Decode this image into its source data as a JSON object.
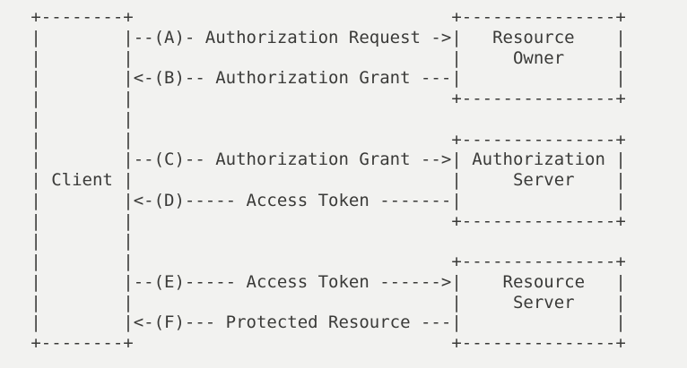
{
  "diagram": {
    "name": "oauth2-abstract-protocol-flow",
    "type": "ascii-art-sequence-diagram",
    "colors": {
      "background": "#f2f2f0",
      "text": "#3a3a38"
    },
    "participants": [
      {
        "id": "client",
        "label": "Client",
        "box_inner_width": 8,
        "label_lines": [
          "Client"
        ]
      },
      {
        "id": "resource-owner",
        "label": "Resource Owner",
        "box_inner_width": 15,
        "label_lines": [
          "Resource",
          "Owner"
        ]
      },
      {
        "id": "authorization-server",
        "label": "Authorization Server",
        "box_inner_width": 15,
        "label_lines": [
          "Authorization",
          "Server"
        ]
      },
      {
        "id": "resource-server",
        "label": "Resource Server",
        "box_inner_width": 15,
        "label_lines": [
          "Resource",
          "Server"
        ]
      }
    ],
    "messages": [
      {
        "tag": "(A)",
        "label": "Authorization Request",
        "direction": "right",
        "from": "client",
        "to": "resource-owner"
      },
      {
        "tag": "(B)",
        "label": "Authorization Grant",
        "direction": "left",
        "from": "resource-owner",
        "to": "client"
      },
      {
        "tag": "(C)",
        "label": "Authorization Grant",
        "direction": "right",
        "from": "client",
        "to": "authorization-server"
      },
      {
        "tag": "(D)",
        "label": "Access Token",
        "direction": "left",
        "from": "authorization-server",
        "to": "client"
      },
      {
        "tag": "(E)",
        "label": "Access Token",
        "direction": "right",
        "from": "client",
        "to": "resource-server"
      },
      {
        "tag": "(F)",
        "label": "Protected Resource",
        "direction": "left",
        "from": "resource-server",
        "to": "client"
      }
    ],
    "lines": [
      "   +--------+                               +---------------+",
      "   |        |--(A)- Authorization Request ->|   Resource    |",
      "   |        |                               |     Owner     |",
      "   |        |<-(B)-- Authorization Grant ---|               |",
      "   |        |                               +---------------+",
      "   |        |",
      "   |        |                               +---------------+",
      "   |        |--(C)-- Authorization Grant -->| Authorization |",
      "   | Client |                               |     Server    |",
      "   |        |<-(D)----- Access Token -------|               |",
      "   |        |                               +---------------+",
      "   |        |",
      "   |        |                               +---------------+",
      "   |        |--(E)----- Access Token ------>|    Resource   |",
      "   |        |                               |     Server    |",
      "   |        |<-(F)--- Protected Resource ---|               |",
      "   +--------+                               +---------------+"
    ],
    "raw_text": "   +--------+                               +---------------+\n   |        |--(A)- Authorization Request ->|   Resource    |\n   |        |                               |     Owner     |\n   |        |<-(B)-- Authorization Grant ---|               |\n   |        |                               +---------------+\n   |        |\n   |        |                               +---------------+\n   |        |--(C)-- Authorization Grant -->| Authorization |\n   | Client |                               |     Server    |\n   |        |<-(D)----- Access Token -------|               |\n   |        |                               +---------------+\n   |        |\n   |        |                               +---------------+\n   |        |--(E)----- Access Token ------>|    Resource   |\n   |        |                               |     Server    |\n   |        |<-(F)--- Protected Resource ---|               |\n   +--------+                               +---------------+"
  }
}
